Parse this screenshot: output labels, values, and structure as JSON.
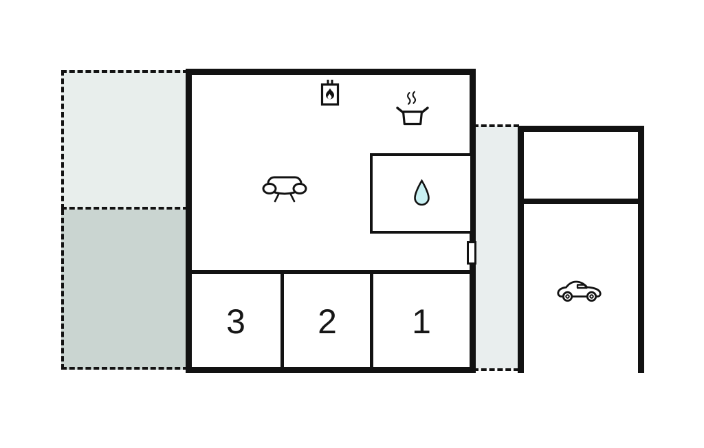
{
  "floorplan": {
    "type": "holiday-home-floor-plan",
    "bedrooms": [
      {
        "label": "3"
      },
      {
        "label": "2"
      },
      {
        "label": "1"
      }
    ],
    "icons": {
      "fireplace": "wood-stove",
      "kitchen": "steaming-pot",
      "living_room": "sofa",
      "bathroom": "water-drop",
      "carport": "car"
    },
    "colors": {
      "wall": "#121212",
      "terrace_top_fill": "#e8eeec",
      "terrace_bottom_fill": "#cad5d1",
      "side_area_fill": "#e9eeee",
      "water_drop_fill": "#c9f1f3",
      "background": "#ffffff"
    }
  }
}
